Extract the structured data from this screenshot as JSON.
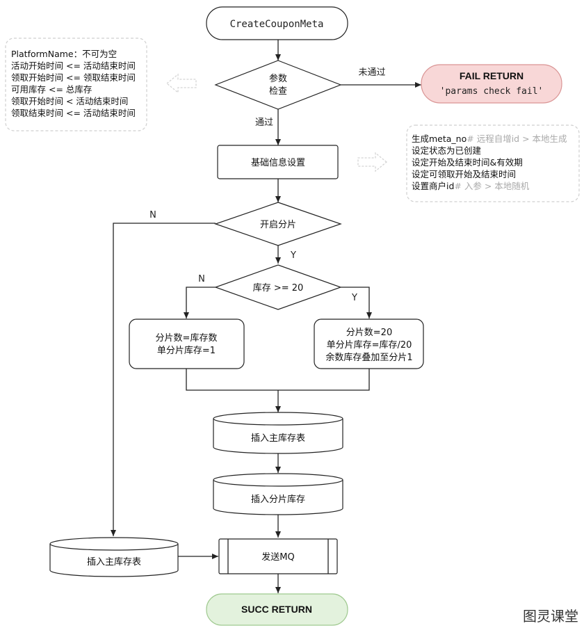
{
  "nodes": {
    "start": "CreateCouponMeta",
    "param_check": [
      "参数",
      "检查"
    ],
    "fail_return": [
      "FAIL RETURN",
      "'params check fail'"
    ],
    "base_info": "基础信息设置",
    "sharding": "开启分片",
    "stock_check": "库存 >= 20",
    "shard_small": [
      "分片数=库存数",
      "单分片库存=1"
    ],
    "shard_large": [
      "分片数=20",
      "单分片库存=库存/20",
      "余数库存叠加至分片1"
    ],
    "insert_main": "插入主库存表",
    "insert_shard": "插入分片库存",
    "insert_main_left": "插入主库存表",
    "send_mq": "发送MQ",
    "succ_return": "SUCC RETURN"
  },
  "edges": {
    "not_passed": "未通过",
    "passed": "通过",
    "n1": "N",
    "y1": "Y",
    "n2": "N",
    "y2": "Y"
  },
  "notes": {
    "left": [
      "PlatformName：不可为空",
      "活动开始时间 <= 活动结束时间",
      "领取开始时间 <= 领取结束时间",
      "可用库存 <= 总库存",
      "领取开始时间 < 活动结束时间",
      "领取结束时间 <= 活动结束时间"
    ],
    "right": [
      {
        "main": "生成meta_no",
        "comment": "# 远程自增id > 本地生成"
      },
      {
        "main": "设定状态为已创建",
        "comment": ""
      },
      {
        "main": "设定开始及结束时间&有效期",
        "comment": ""
      },
      {
        "main": "设定可领取开始及结束时间",
        "comment": ""
      },
      {
        "main": "设置商户id",
        "comment": "# 入参 > 本地随机"
      }
    ]
  },
  "watermark": "图灵课堂",
  "colors": {
    "fail_fill": "#f8d7d7",
    "fail_stroke": "#d99494",
    "succ_fill": "#e3f2dd",
    "succ_stroke": "#9fc98f",
    "line": "#222222"
  }
}
